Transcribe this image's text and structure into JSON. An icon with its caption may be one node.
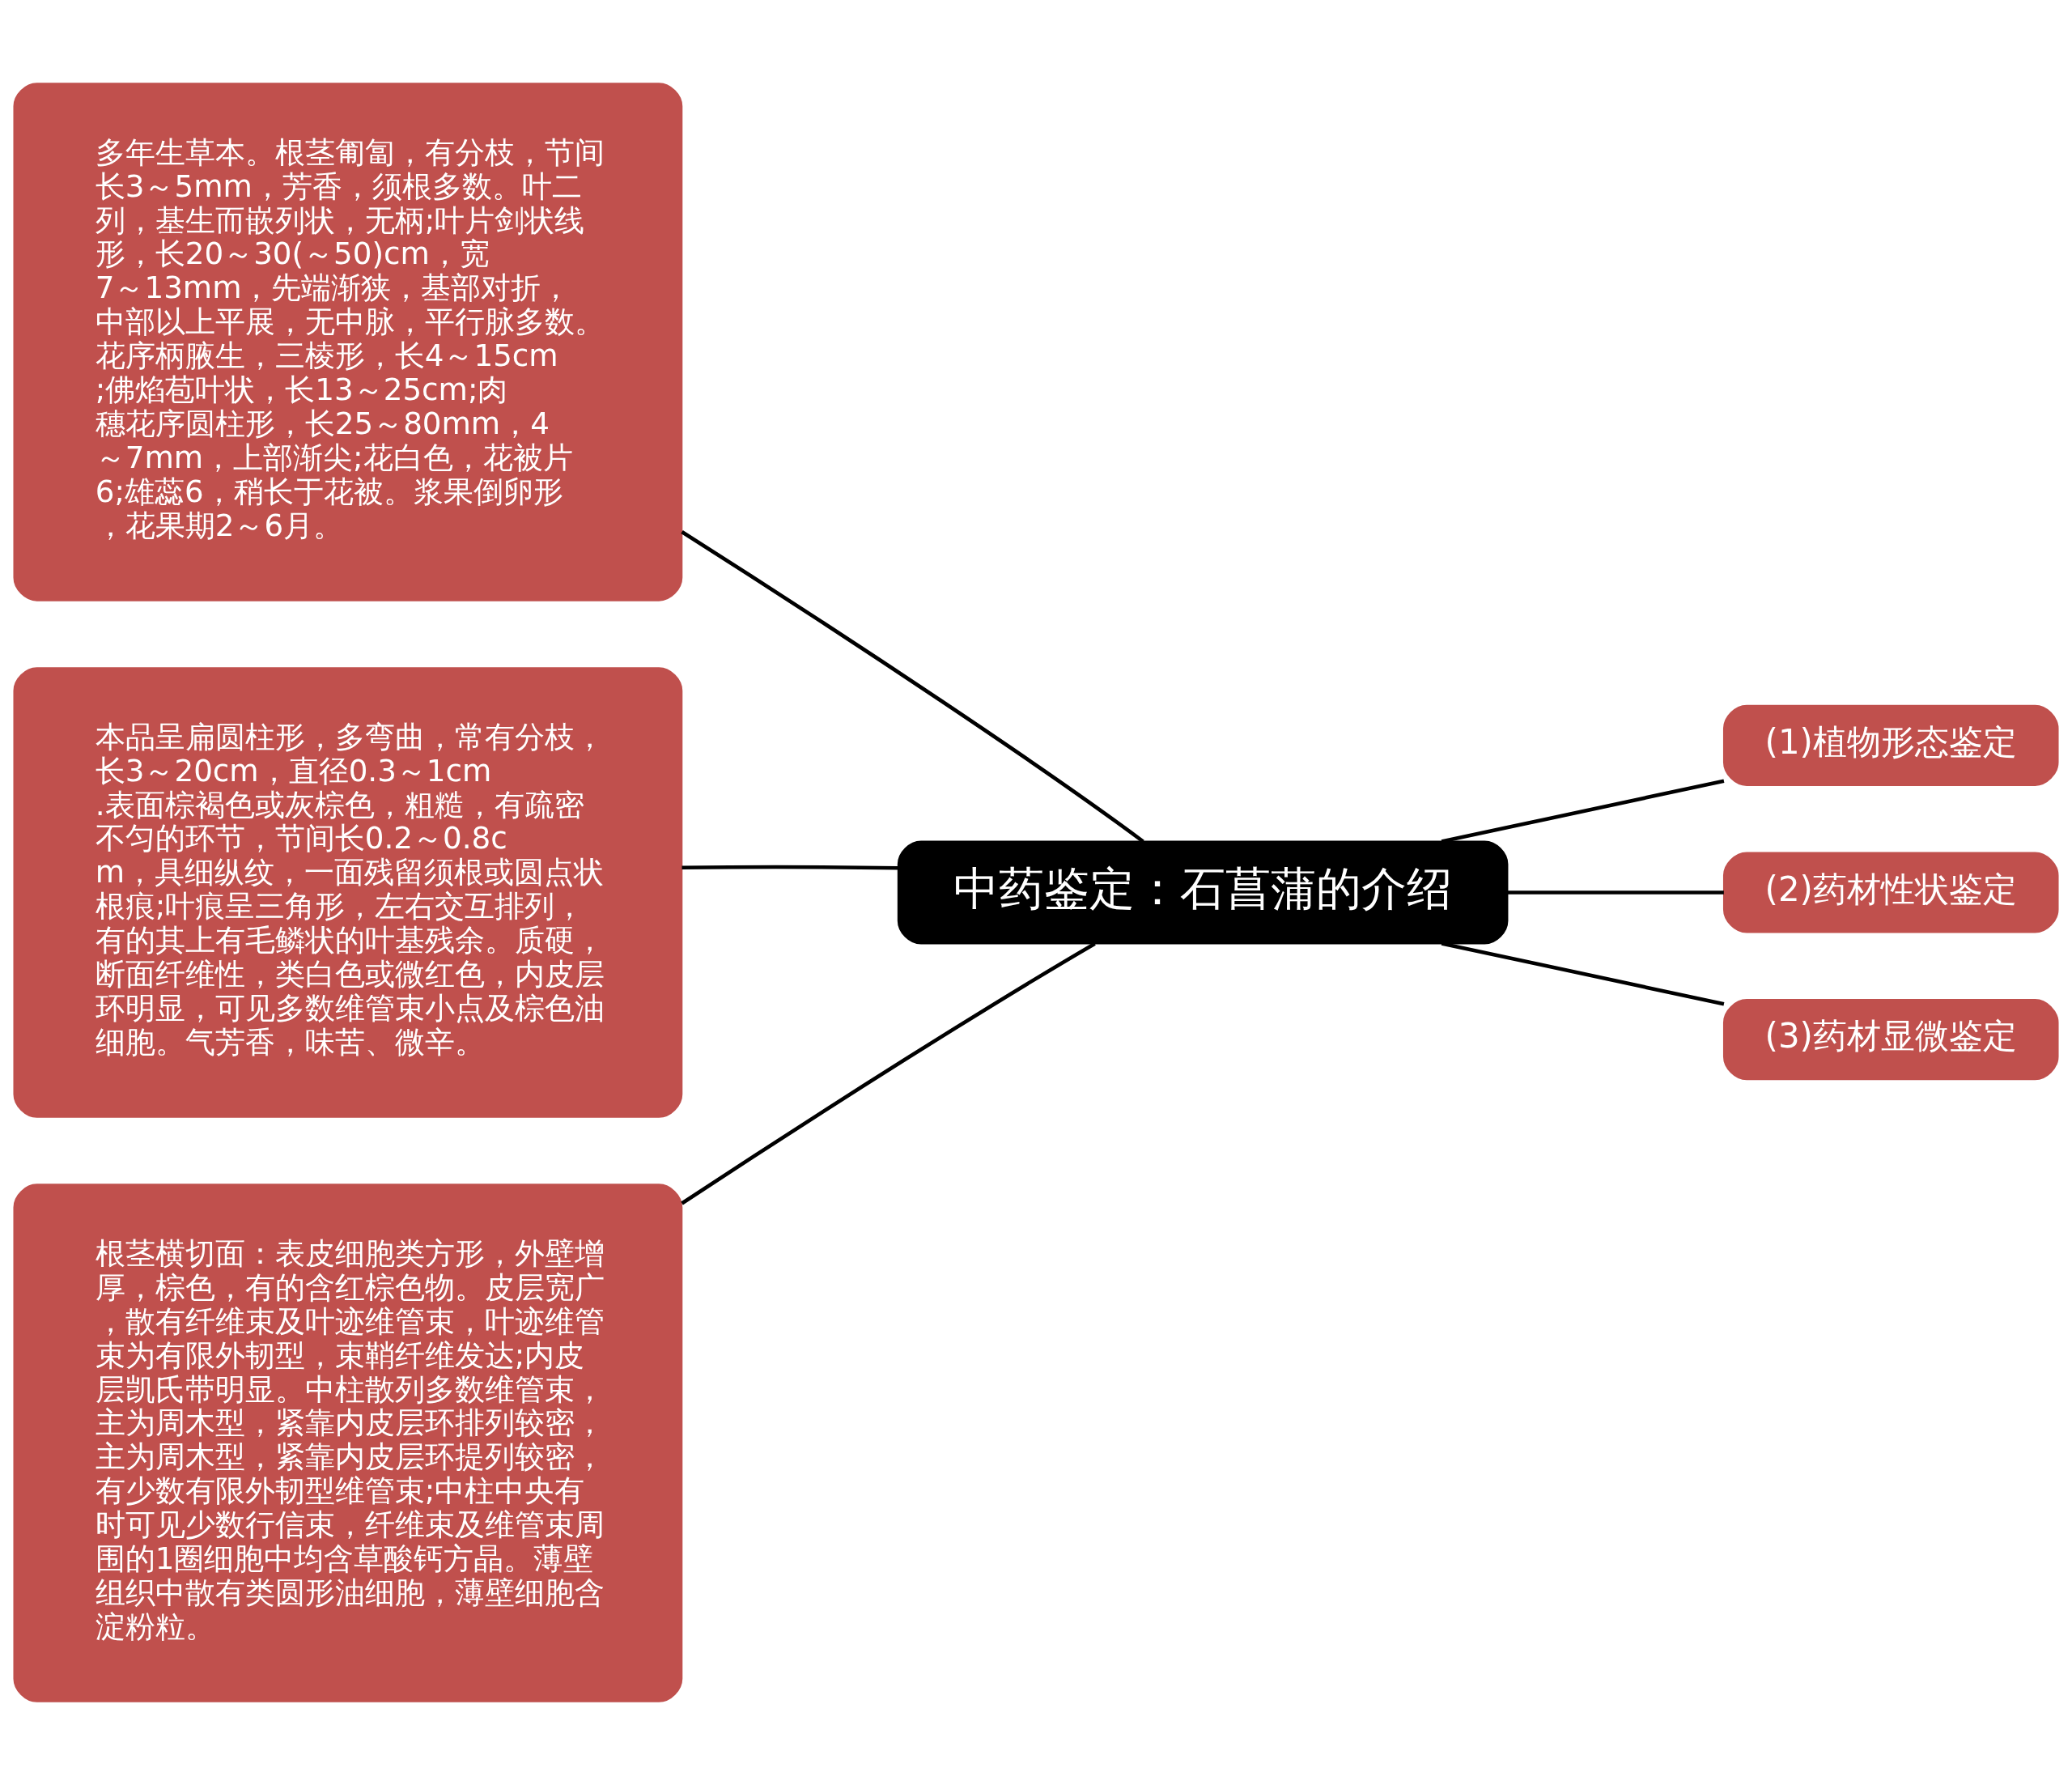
{
  "diagram": {
    "nodes": [
      {
        "text": [
          "中药鉴定：石菖蒲的介绍"
        ]
      },
      {
        "text": [
          "(1)植物形态鉴定"
        ]
      },
      {
        "text": [
          "(2)药材性状鉴定"
        ]
      },
      {
        "text": [
          "(3)药材显微鉴定"
        ]
      },
      {
        "text": [
          "多年生草本。根茎匍匐，有分枝，节间长3～5mm，芳香，须根多数。叶二列，基生而嵌列状，无柄;叶片剑状线形，长20～30(～50)cm，宽7～13mm，先端渐狭，基部对折，中部以上平展，无中脉，平行脉多数。花序柄腋生，三棱形，长4～15cm;佛焰苞叶状，长13～25cm;肉穗花序圆柱形，长25～80mm，4～7mm，上部渐尖;花白色，花被片6;雄蕊6，稍长于花被。浆果倒卵形，花果期2～6月。"
        ]
      },
      {
        "text": [
          "本品呈扁圆柱形，多弯曲，常有分枝，长3～20cm，直径0.3～1cm.表面棕褐色或灰棕色，粗糙，有疏密不匀的环节，节间长0.2～0.8cm，具细纵纹，一面残留须根或圆点状根痕;叶痕呈三角形，左右交互排列，有的其上有毛鳞状的叶基残余。质硬，断面纤维性，类白色或微红色，内皮层环明显，可见多数维管束小点及棕色油细胞。气芳香，味苦、微辛。"
        ]
      },
      {
        "text": [
          "根茎横切面：表皮细胞类方形，外壁增厚，棕色，有的含红棕色物。皮层宽广，散有纤维束及叶迹维管束，叶迹维管束为有限外韧型，束鞘纤维发达;内皮层凯氏带明显。中柱散列多数维管束，主为周木型，紧靠内皮层环排列较密，主为周木型，紧靠内皮层环提列较密，有少数有限外韧型维管束;中柱中央有时可见少数行信束，纤维束及维管束周围的1圈细胞中均含草酸钙方晶。薄壁组织中散有类圆形油细胞，薄壁细胞含淀粉粒。"
        ]
      }
    ],
    "edges": [
      {
        "from": 0,
        "to": 4,
        "arrow": "none"
      },
      {
        "from": 0,
        "to": 5,
        "arrow": "none"
      },
      {
        "from": 0,
        "to": 6,
        "arrow": "none"
      },
      {
        "from": 0,
        "to": 1,
        "arrow": "none"
      },
      {
        "from": 0,
        "to": 2,
        "arrow": "none"
      },
      {
        "from": 0,
        "to": 3,
        "arrow": "none"
      }
    ]
  }
}
